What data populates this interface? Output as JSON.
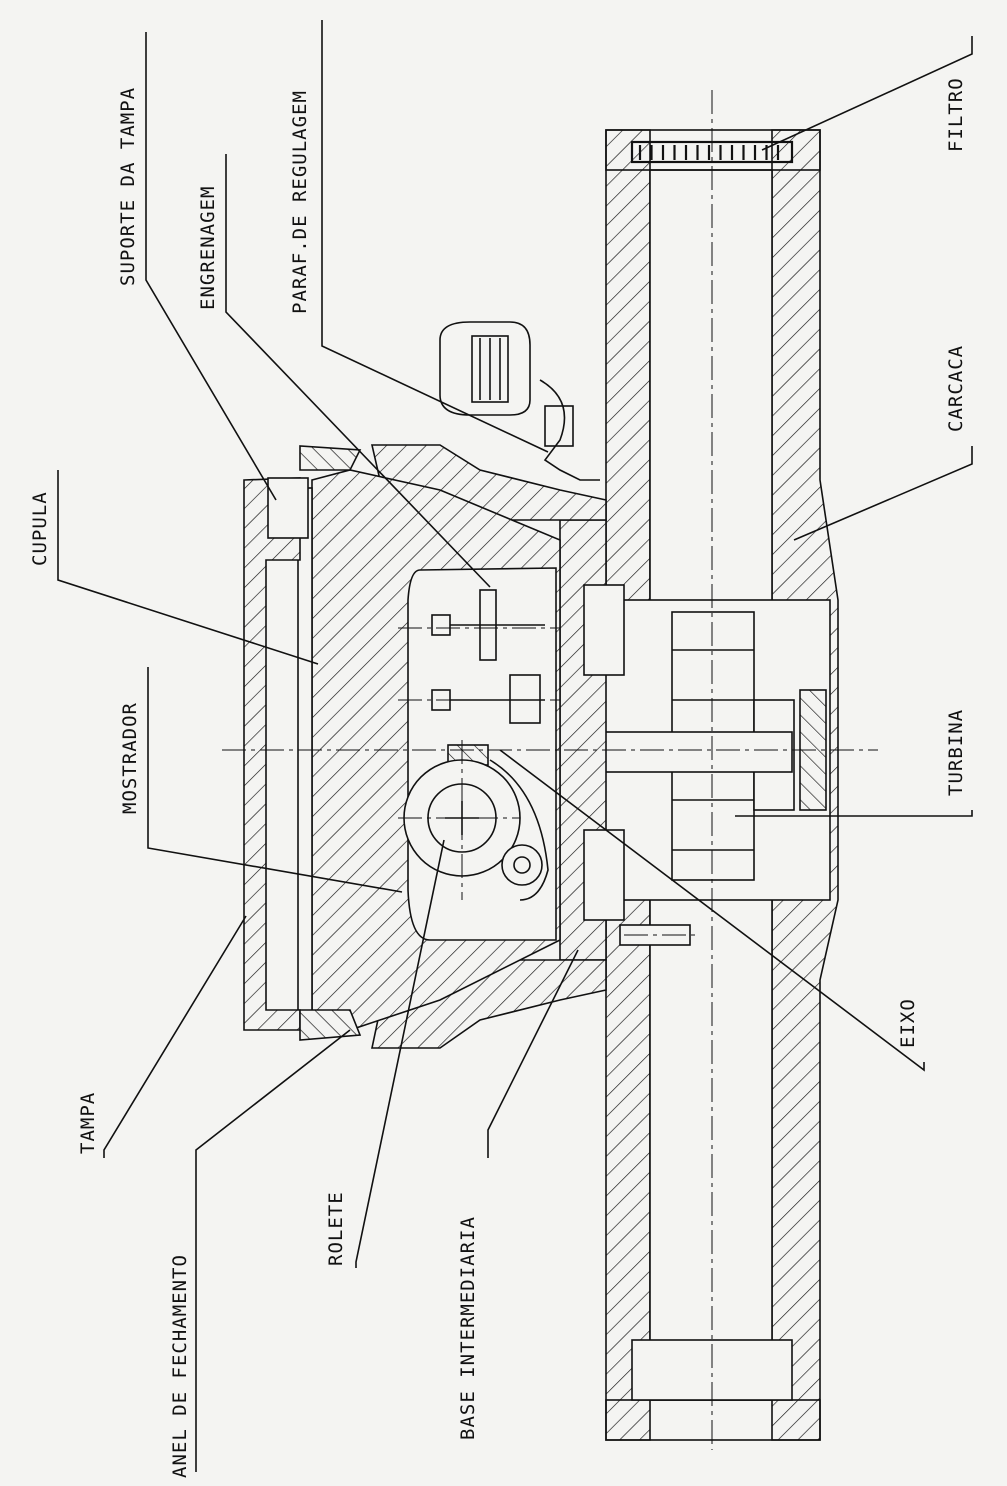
{
  "labels": {
    "filtro": "FILTRO",
    "carcaca": "CARCACA",
    "turbina": "TURBINA",
    "eixo": "EIXO",
    "base_intermediaria": "BASE INTERMEDIARIA",
    "rolete": "ROLETE",
    "anel_de_fechamento": "ANEL DE FECHAMENTO",
    "tampa": "TAMPA",
    "mostrador": "MOSTRADOR",
    "cupula": "CUPULA",
    "suporte_da_tampa": "SUPORTE DA TAMPA",
    "engrenagem": "ENGRENAGEM",
    "paraf_de_regulagem": "PARAF.DE REGULAGEM"
  }
}
